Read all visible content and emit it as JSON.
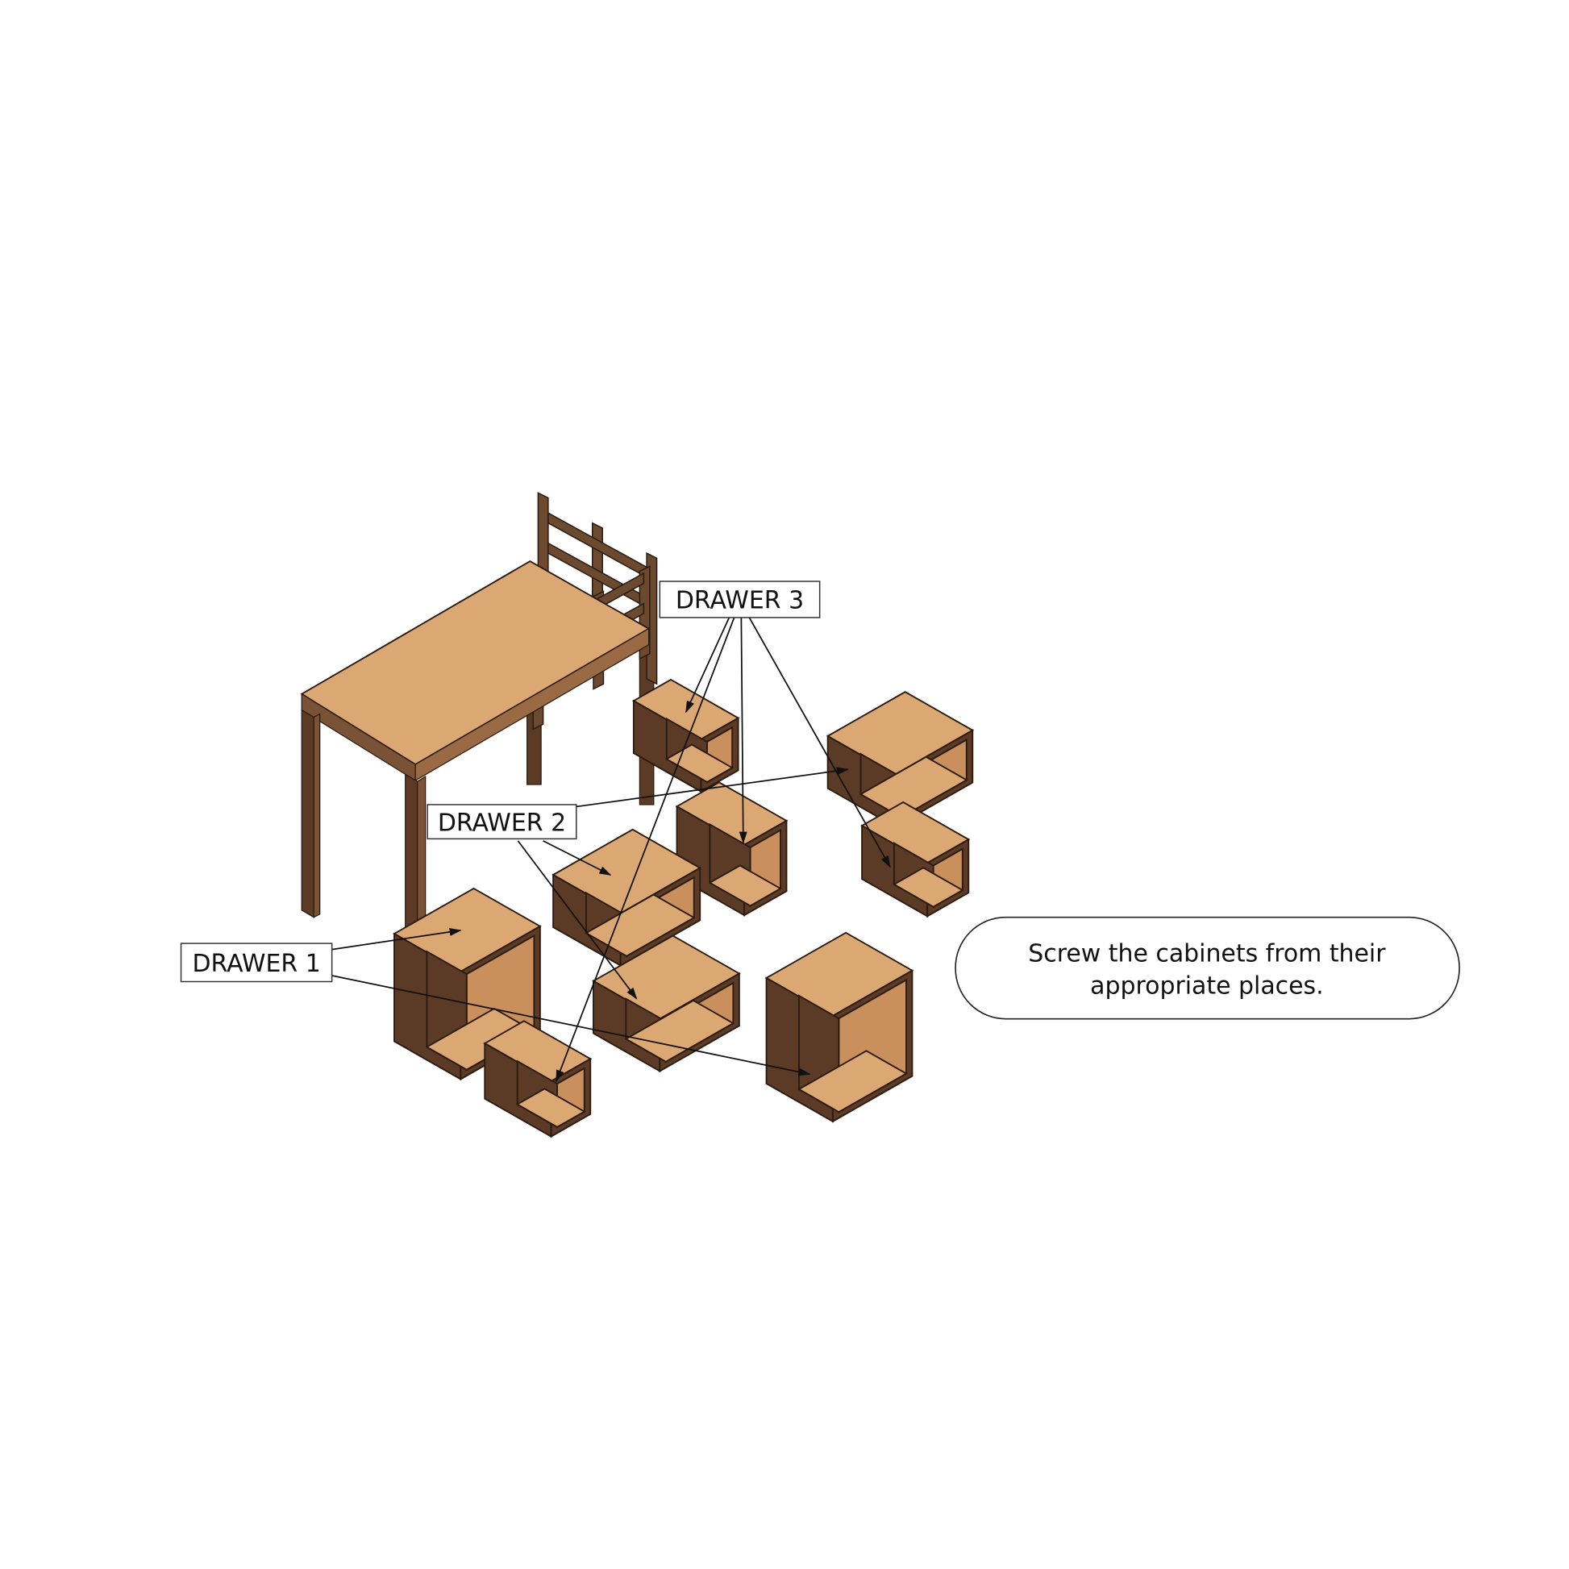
{
  "labels": {
    "drawer_1": "DRAWER 1",
    "drawer_2": "DRAWER 2",
    "drawer_3": "DRAWER 3"
  },
  "instruction": {
    "line1": "Screw the cabinets from their",
    "line2": "appropriate places."
  },
  "colors": {
    "wood_top": "#dba873",
    "wood_side": "#5b3b26",
    "wood_inner": "#c98f5d",
    "outline": "#2a1a10"
  }
}
